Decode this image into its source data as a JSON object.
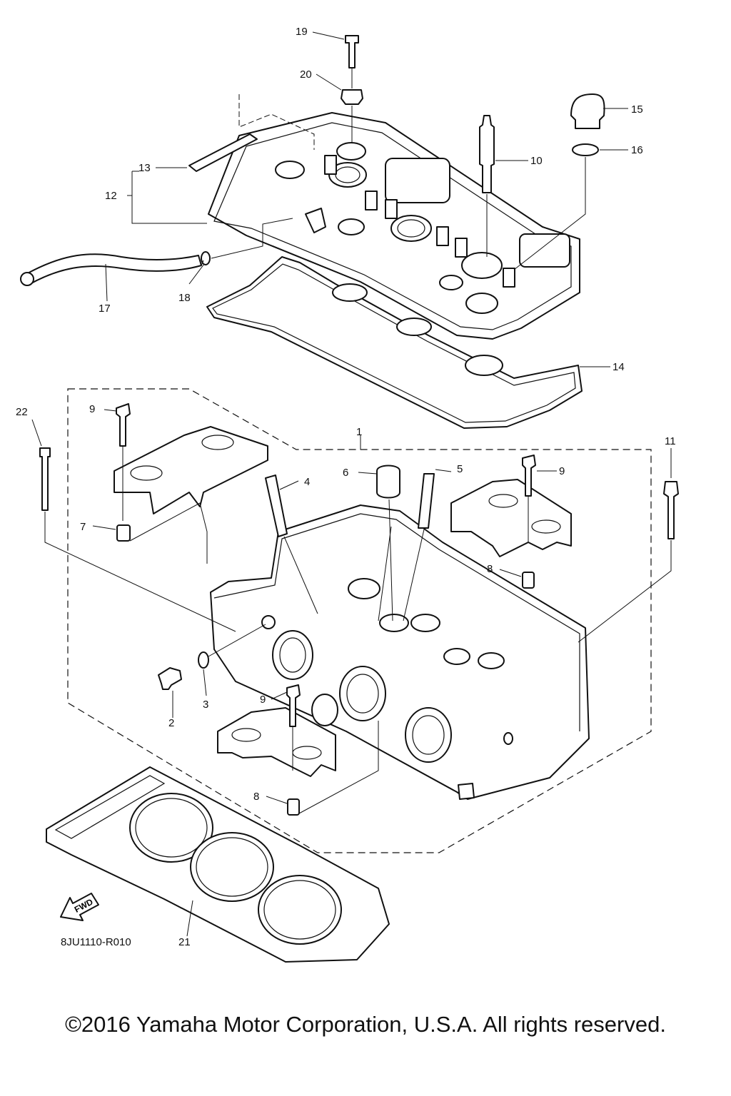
{
  "diagram": {
    "drawing_code": "8JU1110-R010",
    "fwd_label": "FWD",
    "callouts": [
      "1",
      "2",
      "3",
      "4",
      "5",
      "6",
      "7",
      "8",
      "8",
      "9",
      "9",
      "9",
      "10",
      "11",
      "12",
      "13",
      "14",
      "15",
      "16",
      "17",
      "18",
      "19",
      "20",
      "21",
      "22"
    ]
  },
  "footer": {
    "copyright": "©2016 Yamaha Motor Corporation, U.S.A. All rights reserved."
  }
}
